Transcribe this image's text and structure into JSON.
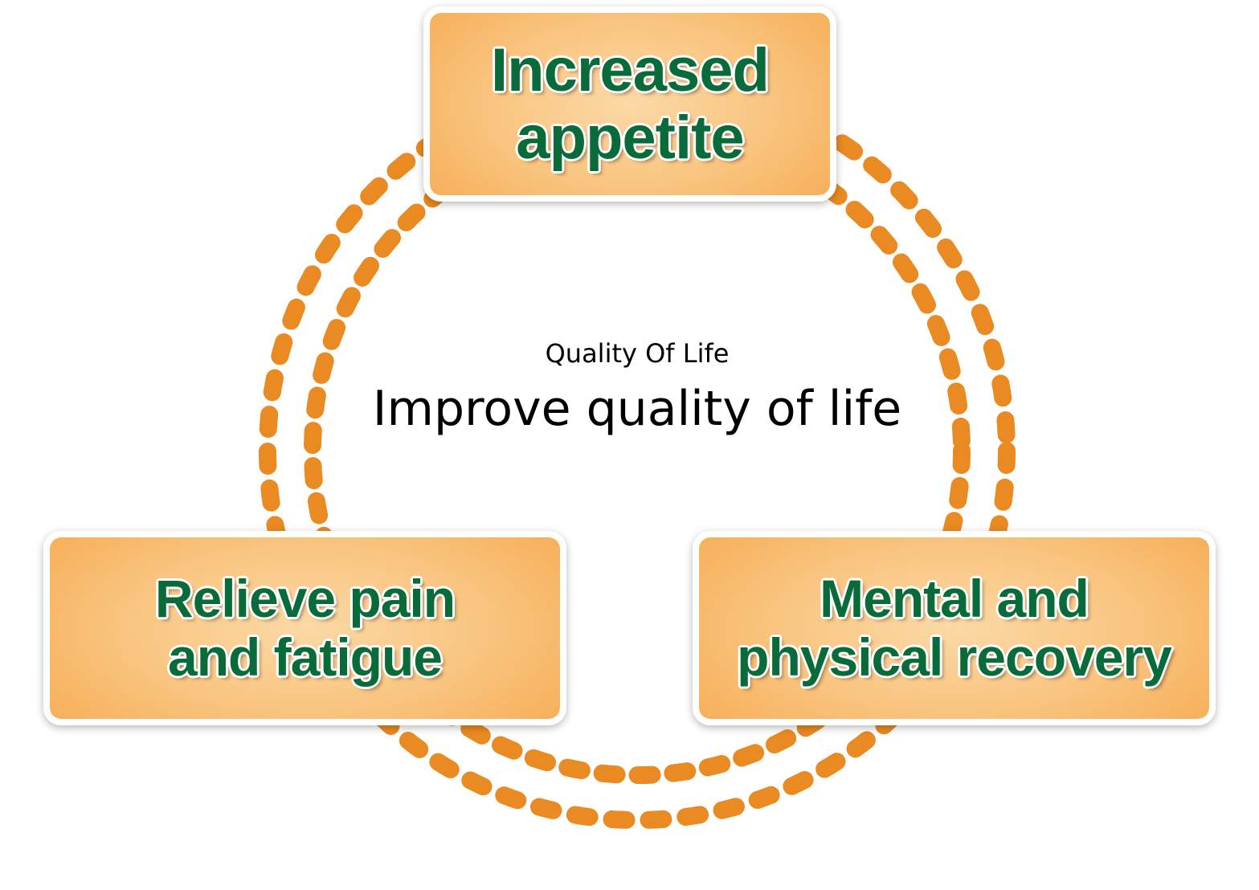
{
  "diagram": {
    "nodes": {
      "top": {
        "lines": [
          "Increased",
          "appetite"
        ]
      },
      "left": {
        "lines": [
          "Relieve pain",
          "and fatigue"
        ]
      },
      "right": {
        "lines": [
          "Mental and",
          "physical recovery"
        ]
      }
    },
    "center": {
      "subtitle": "Quality Of Life",
      "title": "Improve quality of life"
    }
  },
  "colors": {
    "dot": "#ea8a22",
    "box_edge": "#f6a74a",
    "box_center": "#fbd9a6",
    "label_text": "#0a6b3a",
    "center_text": "#000000"
  },
  "icons": {
    "ring": "dotted-double-ring-icon"
  }
}
